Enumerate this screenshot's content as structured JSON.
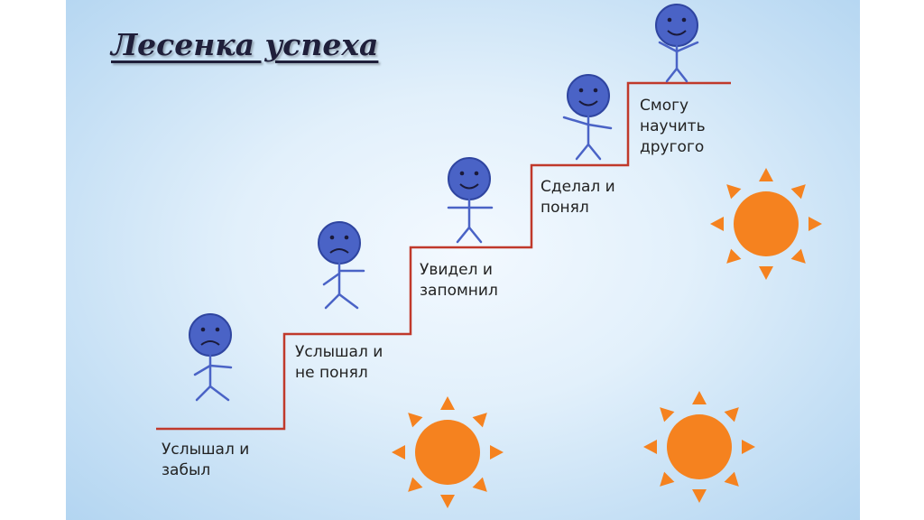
{
  "title": "Лесенка успеха",
  "steps": [
    {
      "lines": [
        "Услышал и",
        "забыл"
      ],
      "mood": "sad"
    },
    {
      "lines": [
        "Услышал и",
        "не понял"
      ],
      "mood": "sad"
    },
    {
      "lines": [
        "Увидел и",
        "запомнил"
      ],
      "mood": "happy"
    },
    {
      "lines": [
        "Сделал и",
        "понял"
      ],
      "mood": "happy"
    },
    {
      "lines": [
        "Смогу",
        "научить",
        "другого"
      ],
      "mood": "happy"
    }
  ],
  "colors": {
    "stair_line": "#c0392b",
    "figure": "#4a63c6",
    "sun": "#f5821f"
  }
}
